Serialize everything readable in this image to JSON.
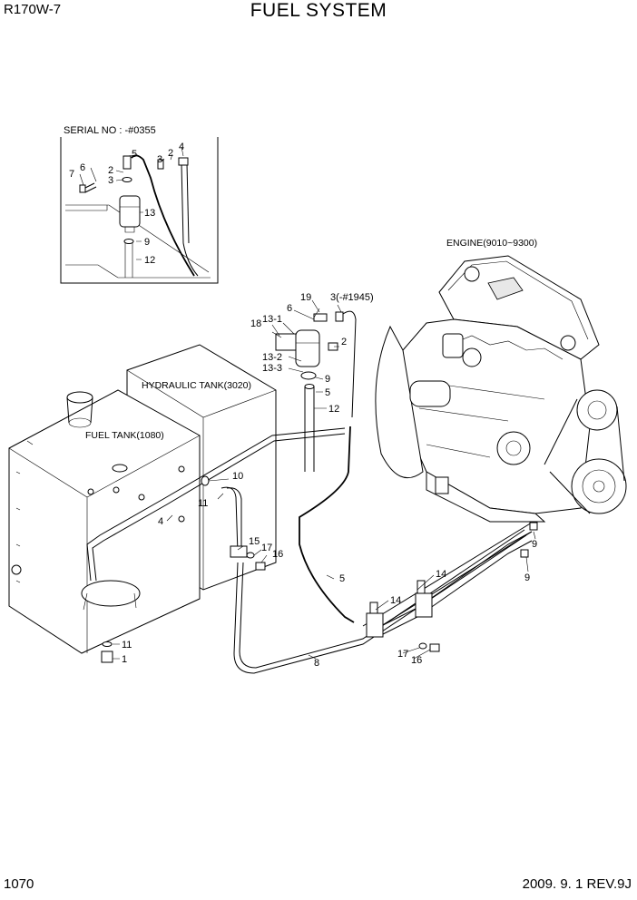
{
  "header": {
    "model": "R170W-7",
    "title": "FUEL SYSTEM"
  },
  "footer": {
    "page": "1070",
    "date_rev": "2009. 9. 1  REV.9J"
  },
  "inset": {
    "serial_caption": "SERIAL NO : -#0355"
  },
  "captions": {
    "engine": "ENGINE(9010~9300)",
    "hydraulic_tank": "HYDRAULIC TANK(3020)",
    "fuel_tank": "FUEL TANK(1080)"
  },
  "labels": {
    "inset": [
      "5",
      "2",
      "3",
      "4",
      "7",
      "6",
      "2",
      "3",
      "13",
      "9",
      "12"
    ],
    "filter": [
      "19",
      "3(-#1945)",
      "6",
      "18",
      "13-1",
      "2",
      "13-2",
      "13-3",
      "9",
      "5",
      "12"
    ],
    "main": [
      "10",
      "11",
      "4",
      "15",
      "17",
      "16",
      "5",
      "14",
      "14",
      "9",
      "9",
      "11",
      "1",
      "17",
      "16",
      "8"
    ]
  }
}
